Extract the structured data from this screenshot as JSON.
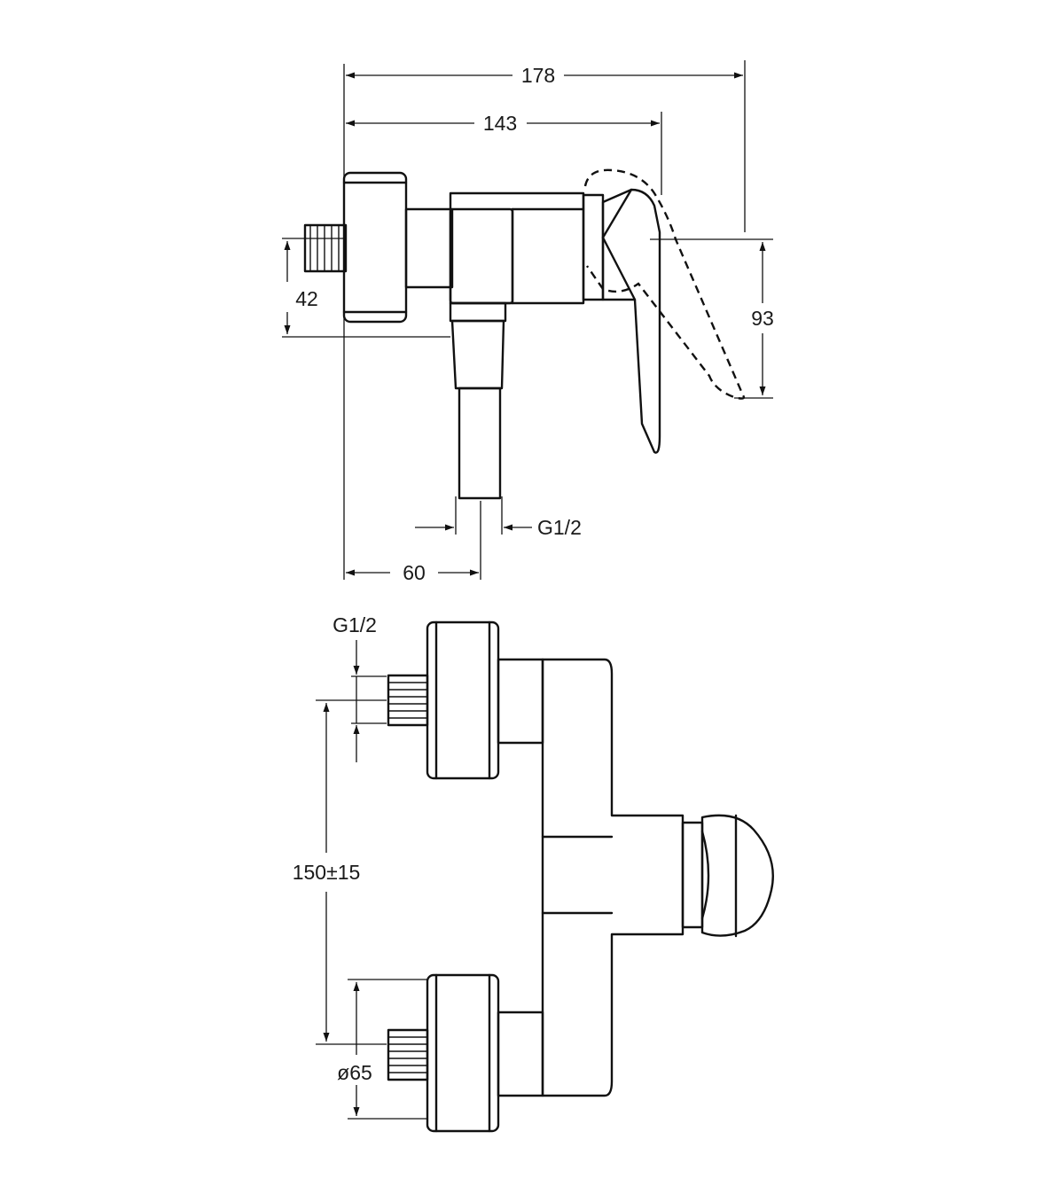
{
  "side_view": {
    "width_total": "178",
    "width_to_lever": "143",
    "inlet_height": "42",
    "lever_height": "93",
    "outlet_thread": "G1/2",
    "outlet_offset": "60"
  },
  "top_view": {
    "inlet_thread": "G1/2",
    "inlet_spacing": "150±15",
    "rosette_diameter": "ø65"
  },
  "colors": {
    "line": "#111111",
    "background": "#ffffff"
  }
}
